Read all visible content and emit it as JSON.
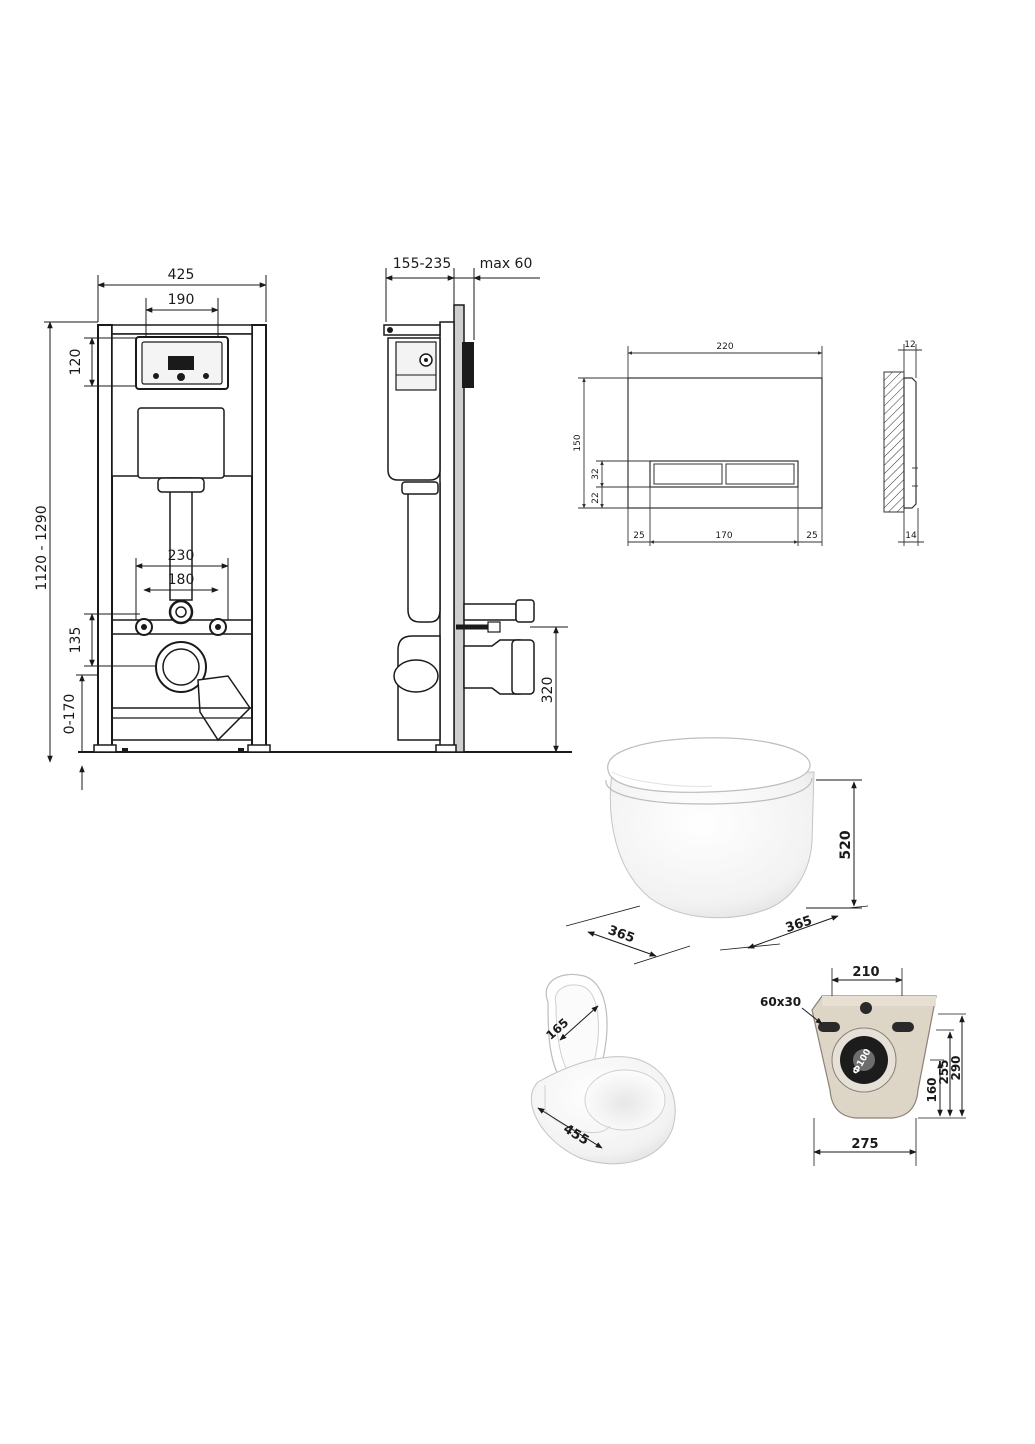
{
  "frame_front": {
    "dims": {
      "width": "425",
      "plate_width": "190",
      "plate_height": "120",
      "height_range": "1120 - 1290",
      "studs_outer": "230",
      "studs_inner": "180",
      "outlet_offset": "135",
      "foot_range": "0-170"
    }
  },
  "frame_side": {
    "dims": {
      "depth_range": "155-235",
      "max_panel": "max 60",
      "outlet_height": "320"
    }
  },
  "flush_plate": {
    "dims": {
      "width": "220",
      "height": "150",
      "thickness_top": "12",
      "thickness_bottom": "14",
      "button_height": "32",
      "button_offset": "22",
      "margin_left": "25",
      "button_span": "170",
      "margin_right": "25"
    }
  },
  "bowl_side": {
    "dims": {
      "height": "520",
      "depth_left": "365",
      "depth_right": "365"
    }
  },
  "bowl_open": {
    "dims": {
      "seat": "165",
      "length": "455"
    }
  },
  "bowl_back": {
    "dims": {
      "top_width": "210",
      "slot": "60x30",
      "bottom_width": "275",
      "h1": "160",
      "h2": "255",
      "h3": "290",
      "outlet": "Ф100"
    }
  },
  "colors": {
    "line": "#1a1a1a",
    "ceramic": "#ffffff",
    "ceramic_shade": "#e9e9e9",
    "mount_back": "#ddd5c6",
    "frame_grey": "#cfcfcf"
  }
}
